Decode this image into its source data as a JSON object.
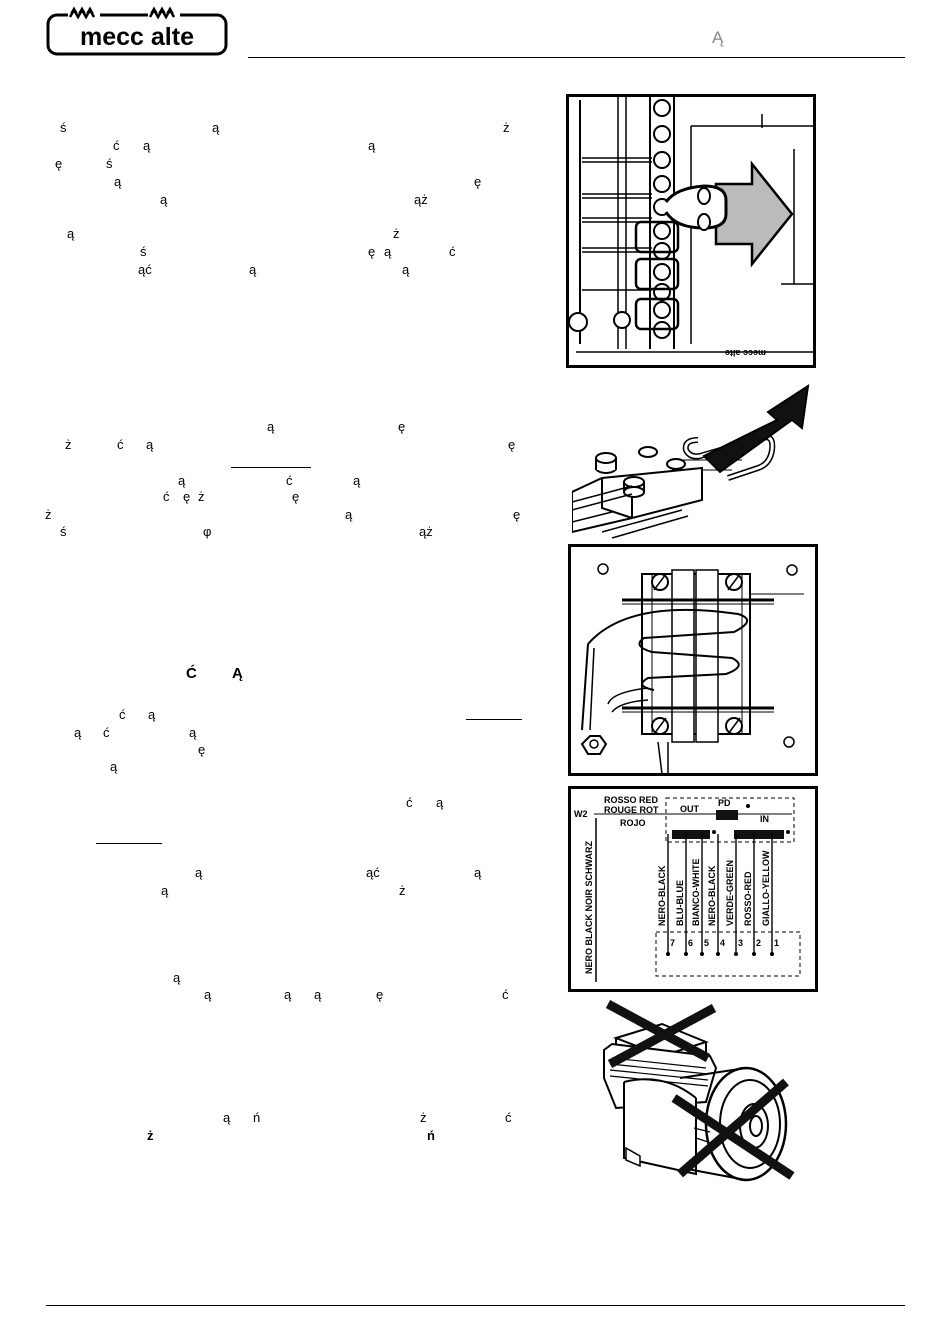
{
  "header": {
    "logo_text": "mecc alte",
    "section_letter": "Ą"
  },
  "glyph_lines": [
    [
      "ś",
      "ą",
      "ż"
    ],
    [
      "ć",
      "ą",
      "ą"
    ],
    [
      "ę",
      "ś"
    ],
    [
      "ą",
      "ę"
    ],
    [
      "ą",
      "ąż"
    ],
    [
      "ą",
      "ż"
    ],
    [
      "ś",
      "ę",
      "ą",
      "ć"
    ],
    [
      "ąć",
      "ą",
      "ą"
    ],
    [
      "ą",
      "ę"
    ],
    [
      "ż",
      "ć",
      "ą",
      "ę"
    ],
    [
      "ą",
      "ć",
      "ą"
    ],
    [
      "ć",
      "ę",
      "ż",
      "ę"
    ],
    [
      "ż",
      "ą",
      "ę"
    ],
    [
      "ś",
      "φ",
      "ąż"
    ],
    [
      "ć",
      "ą"
    ],
    [
      "ą",
      "ć",
      "ą"
    ],
    [
      "ę"
    ],
    [
      "ą"
    ],
    [
      "ć",
      "ą"
    ],
    [
      "ą",
      "ąć",
      "ą"
    ],
    [
      "ą",
      "ż"
    ],
    [
      "ą"
    ],
    [
      "ą",
      "ą",
      "ą",
      "ę",
      "ć"
    ],
    [
      "ą",
      "ń",
      "ż",
      "ć"
    ],
    [
      "ż",
      "ń"
    ]
  ],
  "heading": [
    "Ć",
    "Ą"
  ],
  "figures": {
    "fig1_label": "mecc alte",
    "fig4": {
      "wire_top": [
        "ROSSO RED",
        "ROUGE ROT",
        "ROJO"
      ],
      "terminal": "W2",
      "pd": "PD",
      "out": "OUT",
      "in": "IN",
      "left_wire": "NERO BLACK NOIR SCHWARZ",
      "wires": [
        "NERO-BLACK",
        "BLU-BLUE",
        "BIANCO-WHITE",
        "NERO-BLACK",
        "VERDE-GREEN",
        "ROSSO-RED",
        "GIALLO-YELLOW"
      ],
      "numbers": [
        "7",
        "6",
        "5",
        "4",
        "3",
        "2",
        "1"
      ]
    }
  }
}
